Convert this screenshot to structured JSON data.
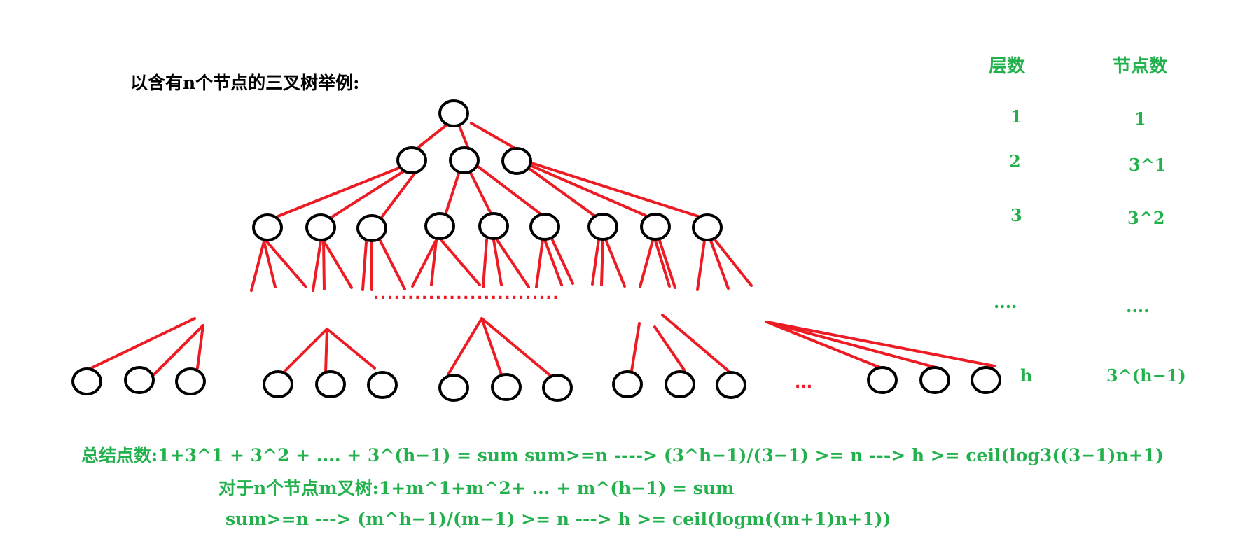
{
  "title": "以含有n个节点的三叉树举例:",
  "table": {
    "col_headers": [
      "层数",
      "节点数"
    ],
    "rows": [
      {
        "level": "1",
        "count": "1"
      },
      {
        "level": "2",
        "count": "3^1"
      },
      {
        "level": "3",
        "count": "3^2"
      },
      {
        "level": "....",
        "count": "...."
      },
      {
        "level": "h",
        "count": "3^(h−1)"
      }
    ]
  },
  "ellipsis_middle": "...........................",
  "ellipsis_bottom": "...",
  "formulas": {
    "line1": "总结点数:1+3^1 + 3^2 + .... + 3^(h−1) = sum   sum>=n  ---->    (3^h−1)/(3−1) >= n ---> h >= ceil(log3((3−1)n+1)",
    "line2": "对于n个节点m叉树:1+m^1+m^2+ ... + m^(h−1) = sum",
    "line3": "sum>=n ---> (m^h−1)/(m−1) >= n ---> h >= ceil(logm((m+1)n+1))"
  },
  "colors": {
    "edge": "#ed1c24",
    "node_stroke": "#000000",
    "accent": "#22b14c"
  }
}
